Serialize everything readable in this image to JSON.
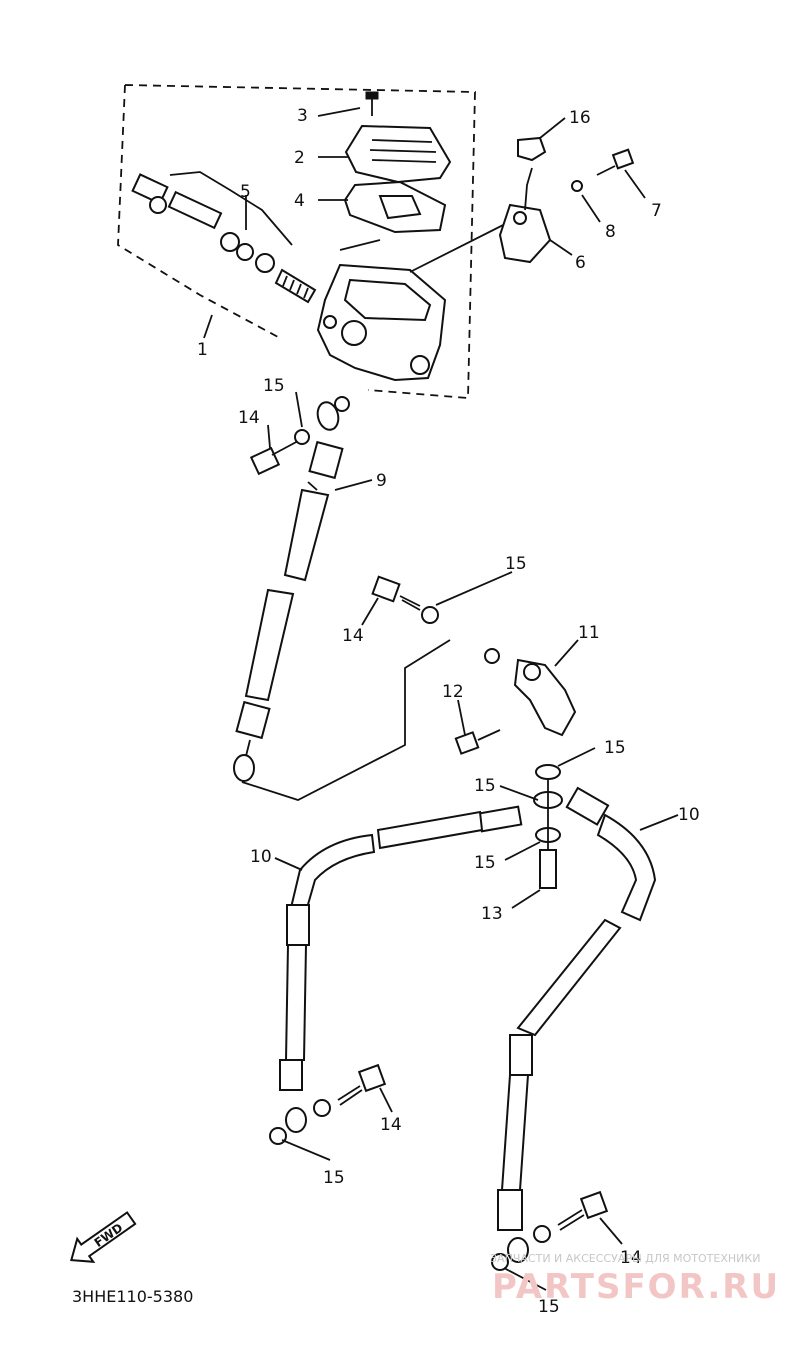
{
  "diagram": {
    "callouts": {
      "c1": "1",
      "c2": "2",
      "c3": "3",
      "c4": "4",
      "c5": "5",
      "c6": "6",
      "c7": "7",
      "c8": "8",
      "c9": "9",
      "c10a": "10",
      "c10b": "10",
      "c11": "11",
      "c12": "12",
      "c13": "13",
      "c14a": "14",
      "c14b": "14",
      "c14c": "14",
      "c14d": "14",
      "c15a": "15",
      "c15b": "15",
      "c15c": "15",
      "c15d": "15",
      "c15e": "15",
      "c15f": "15",
      "c15g": "15",
      "c16": "16"
    },
    "fwd_label": "FWD",
    "code": "3HHE110-5380",
    "watermark": {
      "tagline": "ЗАПЧАСТИ И АКСЕССУАРЫ ДЛЯ МОТОТЕХНИКИ",
      "brand": "PARTSFOR.RU"
    }
  }
}
